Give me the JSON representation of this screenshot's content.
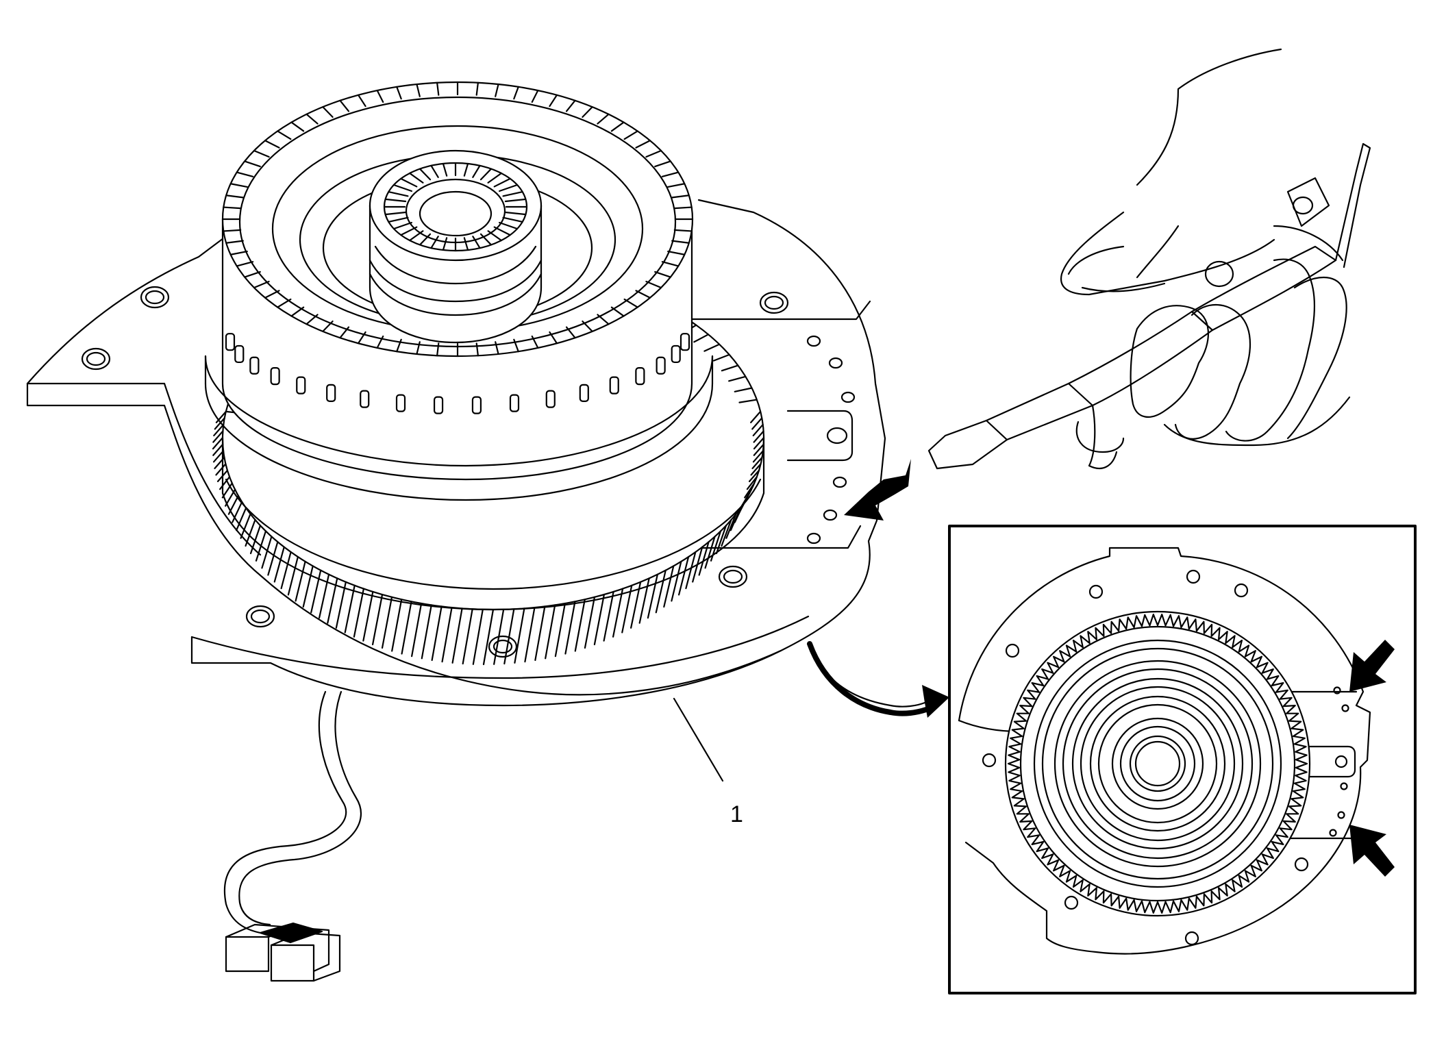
{
  "callouts": [
    {
      "id": "1",
      "label": "1"
    }
  ],
  "colors": {
    "line": "#000000",
    "background": "#ffffff"
  },
  "icons": [
    "pointer-arrow",
    "curved-arrow",
    "air-nozzle",
    "hand"
  ]
}
